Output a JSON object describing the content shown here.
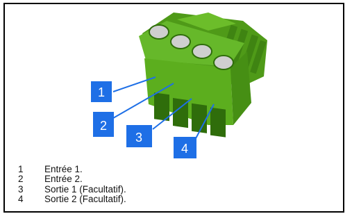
{
  "callouts": [
    {
      "number": "1"
    },
    {
      "number": "2"
    },
    {
      "number": "3"
    },
    {
      "number": "4"
    }
  ],
  "legend": [
    {
      "number": "1",
      "text": "Entrée 1."
    },
    {
      "number": "2",
      "text": "Entrée 2."
    },
    {
      "number": "3",
      "text": "Sortie 1 (Facultatif)."
    },
    {
      "number": "4",
      "text": "Sortie 2 (Facultatif)."
    }
  ],
  "colors": {
    "connector_green": "#5cae1e",
    "connector_dark": "#3d7f10",
    "callout_blue": "#1e6fe6",
    "leader_line": "#1e6fe6"
  }
}
